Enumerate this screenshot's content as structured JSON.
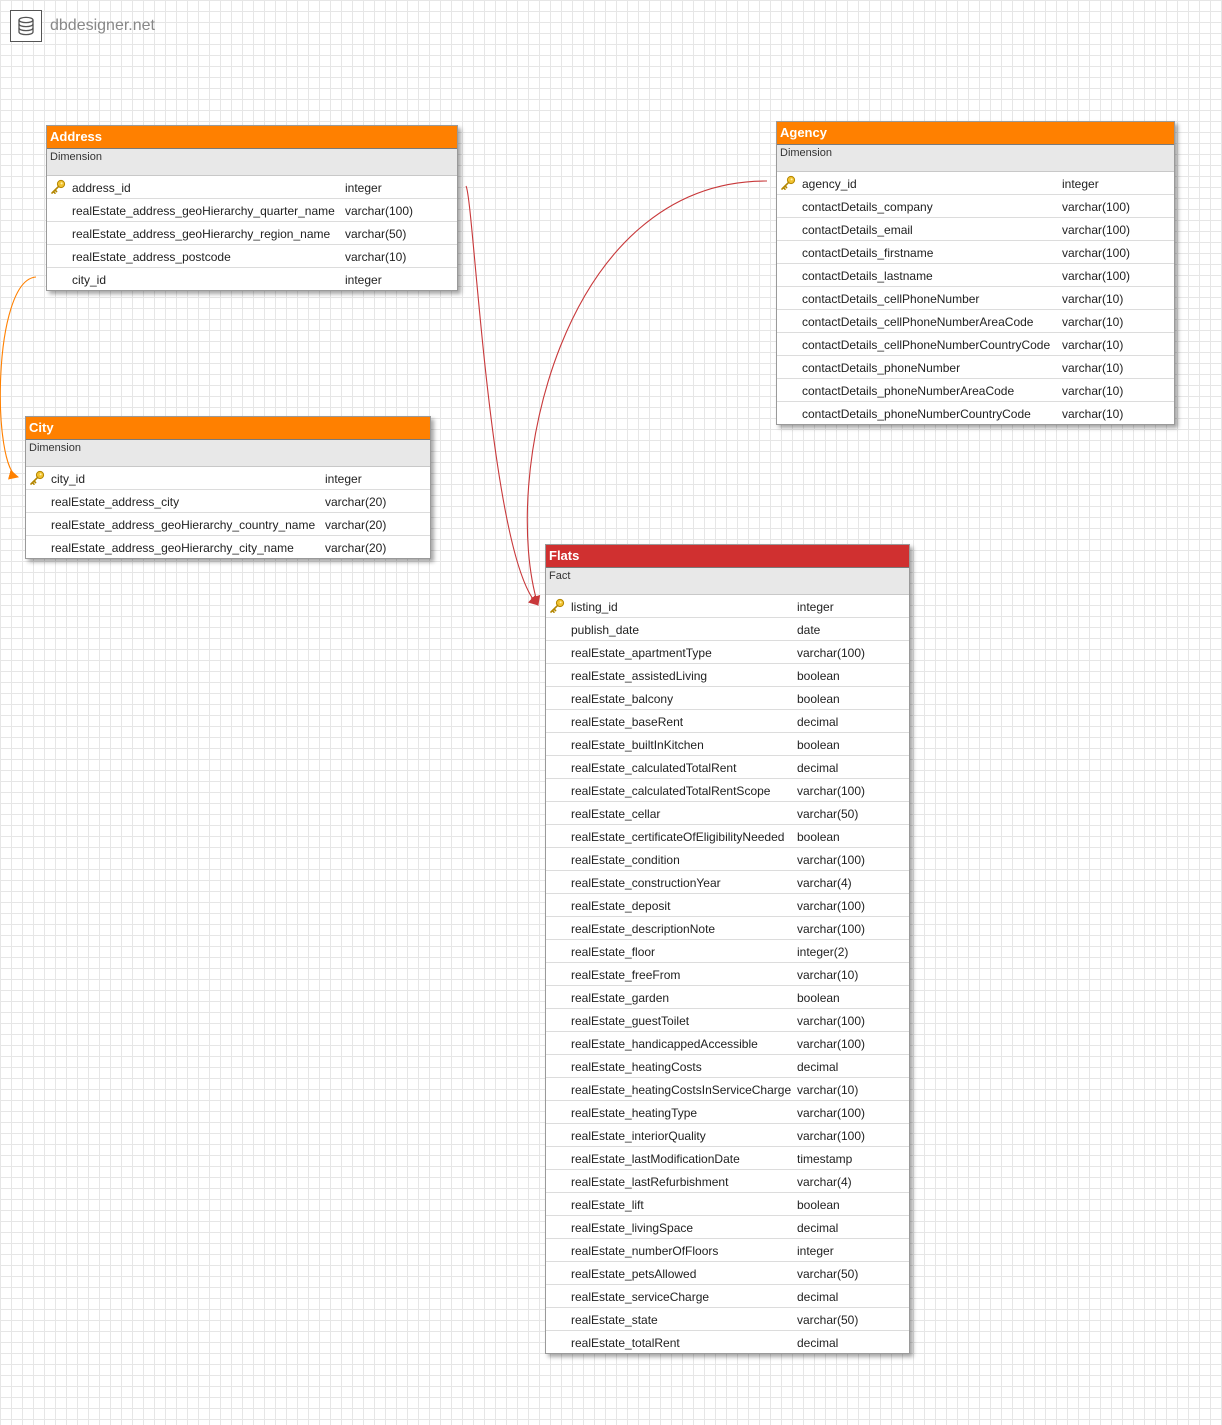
{
  "brand": {
    "name": "dbdesigner.net"
  },
  "colors": {
    "dimension_header": "#ff8000",
    "fact_header": "#d03030",
    "link_red": "#c8383a",
    "link_orange": "#ff8000"
  },
  "tables": {
    "address": {
      "name": "Address",
      "category": "Dimension",
      "fields": [
        {
          "name": "address_id",
          "type": "integer",
          "pk": true
        },
        {
          "name": "realEstate_address_geoHierarchy_quarter_name",
          "type": "varchar(100)"
        },
        {
          "name": "realEstate_address_geoHierarchy_region_name",
          "type": "varchar(50)"
        },
        {
          "name": "realEstate_address_postcode",
          "type": "varchar(10)"
        },
        {
          "name": "city_id",
          "type": "integer"
        }
      ]
    },
    "city": {
      "name": "City",
      "category": "Dimension",
      "fields": [
        {
          "name": "city_id",
          "type": "integer",
          "pk": true
        },
        {
          "name": "realEstate_address_city",
          "type": "varchar(20)"
        },
        {
          "name": "realEstate_address_geoHierarchy_country_name",
          "type": "varchar(20)"
        },
        {
          "name": "realEstate_address_geoHierarchy_city_name",
          "type": "varchar(20)"
        }
      ]
    },
    "agency": {
      "name": "Agency",
      "category": "Dimension",
      "fields": [
        {
          "name": "agency_id",
          "type": "integer",
          "pk": true
        },
        {
          "name": "contactDetails_company",
          "type": "varchar(100)"
        },
        {
          "name": "contactDetails_email",
          "type": "varchar(100)"
        },
        {
          "name": "contactDetails_firstname",
          "type": "varchar(100)"
        },
        {
          "name": "contactDetails_lastname",
          "type": "varchar(100)"
        },
        {
          "name": "contactDetails_cellPhoneNumber",
          "type": "varchar(10)"
        },
        {
          "name": "contactDetails_cellPhoneNumberAreaCode",
          "type": "varchar(10)"
        },
        {
          "name": "contactDetails_cellPhoneNumberCountryCode",
          "type": "varchar(10)"
        },
        {
          "name": "contactDetails_phoneNumber",
          "type": "varchar(10)"
        },
        {
          "name": "contactDetails_phoneNumberAreaCode",
          "type": "varchar(10)"
        },
        {
          "name": "contactDetails_phoneNumberCountryCode",
          "type": "varchar(10)"
        }
      ]
    },
    "flats": {
      "name": "Flats",
      "category": "Fact",
      "fields": [
        {
          "name": "listing_id",
          "type": "integer",
          "pk": true
        },
        {
          "name": "publish_date",
          "type": "date"
        },
        {
          "name": "realEstate_apartmentType",
          "type": "varchar(100)"
        },
        {
          "name": "realEstate_assistedLiving",
          "type": "boolean"
        },
        {
          "name": "realEstate_balcony",
          "type": "boolean"
        },
        {
          "name": "realEstate_baseRent",
          "type": "decimal"
        },
        {
          "name": "realEstate_builtInKitchen",
          "type": "boolean"
        },
        {
          "name": "realEstate_calculatedTotalRent",
          "type": "decimal"
        },
        {
          "name": "realEstate_calculatedTotalRentScope",
          "type": "varchar(100)"
        },
        {
          "name": "realEstate_cellar",
          "type": "varchar(50)"
        },
        {
          "name": "realEstate_certificateOfEligibilityNeeded",
          "type": "boolean"
        },
        {
          "name": "realEstate_condition",
          "type": "varchar(100)"
        },
        {
          "name": "realEstate_constructionYear",
          "type": "varchar(4)"
        },
        {
          "name": "realEstate_deposit",
          "type": "varchar(100)"
        },
        {
          "name": "realEstate_descriptionNote",
          "type": "varchar(100)"
        },
        {
          "name": "realEstate_floor",
          "type": "integer(2)"
        },
        {
          "name": "realEstate_freeFrom",
          "type": "varchar(10)"
        },
        {
          "name": "realEstate_garden",
          "type": "boolean"
        },
        {
          "name": "realEstate_guestToilet",
          "type": "varchar(100)"
        },
        {
          "name": "realEstate_handicappedAccessible",
          "type": "varchar(100)"
        },
        {
          "name": "realEstate_heatingCosts",
          "type": "decimal"
        },
        {
          "name": "realEstate_heatingCostsInServiceCharge",
          "type": "varchar(10)"
        },
        {
          "name": "realEstate_heatingType",
          "type": "varchar(100)"
        },
        {
          "name": "realEstate_interiorQuality",
          "type": "varchar(100)"
        },
        {
          "name": "realEstate_lastModificationDate",
          "type": "timestamp"
        },
        {
          "name": "realEstate_lastRefurbishment",
          "type": "varchar(4)"
        },
        {
          "name": "realEstate_lift",
          "type": "boolean"
        },
        {
          "name": "realEstate_livingSpace",
          "type": "decimal"
        },
        {
          "name": "realEstate_numberOfFloors",
          "type": "integer"
        },
        {
          "name": "realEstate_petsAllowed",
          "type": "varchar(50)"
        },
        {
          "name": "realEstate_serviceCharge",
          "type": "decimal"
        },
        {
          "name": "realEstate_state",
          "type": "varchar(50)"
        },
        {
          "name": "realEstate_totalRent",
          "type": "decimal"
        }
      ]
    }
  }
}
